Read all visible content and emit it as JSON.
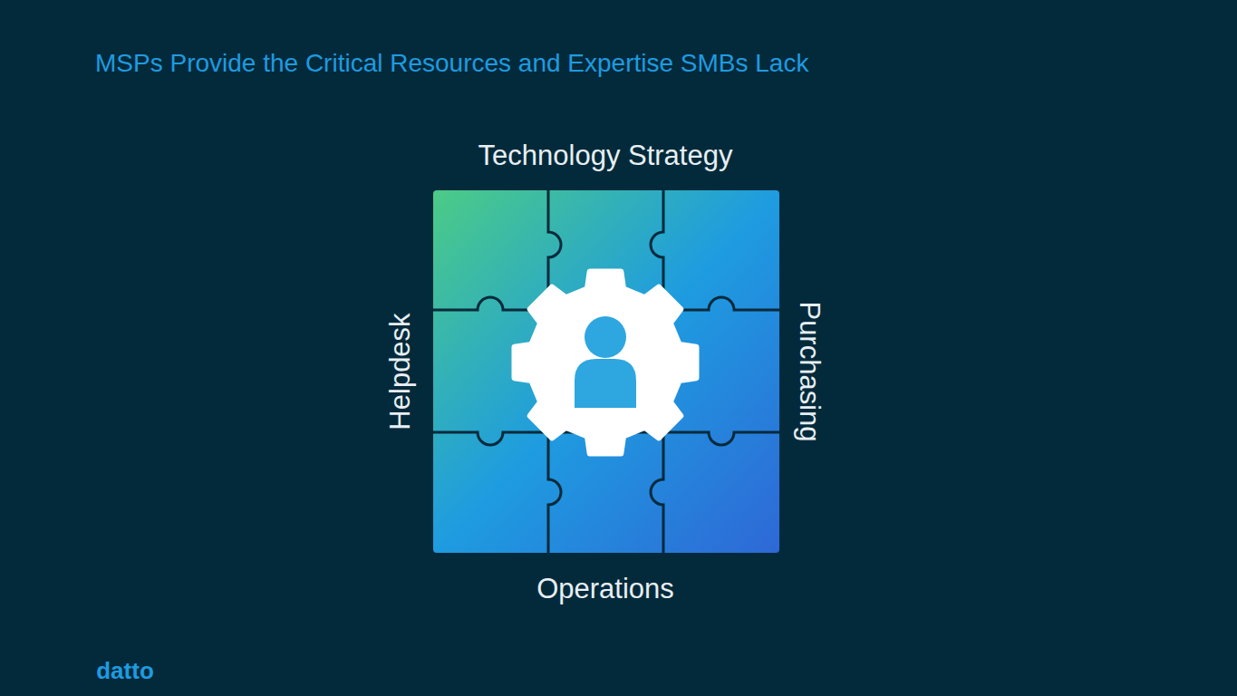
{
  "diagram": {
    "title": "MSPs Provide the Critical Resources and Expertise SMBs Lack",
    "labels": [
      "Technology Strategy",
      "Helpdesk",
      "Purchasing",
      "Operations",
      "datto"
    ]
  }
}
